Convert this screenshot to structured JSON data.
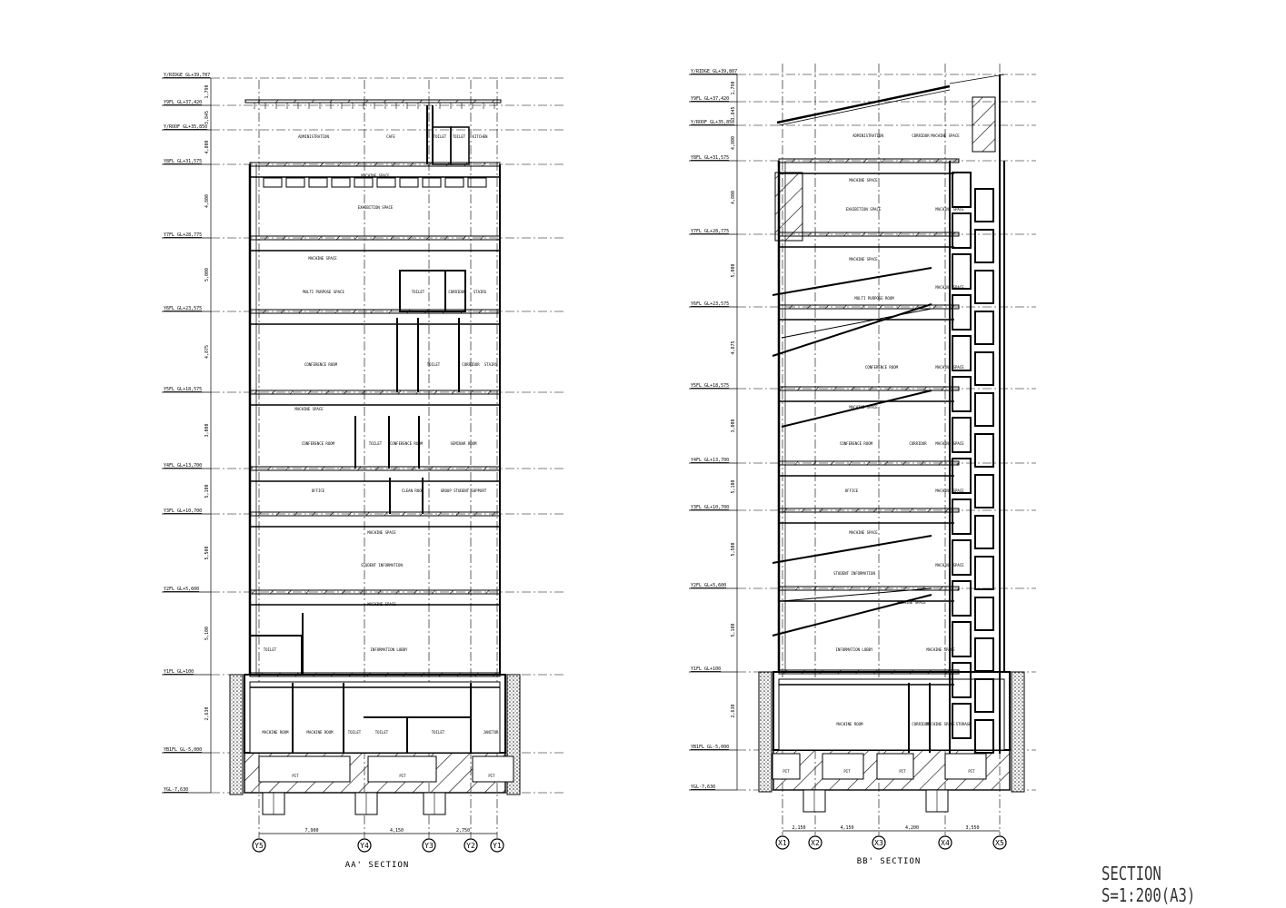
{
  "title": "SECTION S=1:200(A3)",
  "sections": [
    {
      "caption": "AA' SECTION",
      "levels": [
        "Y/RIDGE GL+39,787",
        "Y9FL GL+37,420",
        "Y/ROOF GL+35,850",
        "Y8FL GL+31,575",
        "Y7FL GL+28,775",
        "Y6FL GL+23,575",
        "Y5FL GL+18,575",
        "Y4FL GL+13,700",
        "Y3FL GL+10,700",
        "Y2FL GL+5,600",
        "Y1FL GL+100",
        "YB1FL GL-5,000",
        "YGL-7,630"
      ],
      "heights": [
        "1,790",
        "3,845",
        "4,800",
        "4,800",
        "5,000",
        "4,875",
        "3,000",
        "5,100",
        "5,500",
        "5,100",
        "2,630"
      ],
      "grid": [
        "Y5",
        "Y4",
        "Y3",
        "Y2",
        "Y1"
      ],
      "spans": [
        "7,900",
        "4,150",
        "2,750"
      ],
      "rooms": [
        "ADMINISTRATION",
        "CAFE",
        "TOILET",
        "TOILET",
        "KITCHEN",
        "MACHINE SPACE",
        "EXHIBITION SPACE",
        "MACHINE SPACE",
        "MULTI PURPOSE SPACE",
        "TOILET",
        "CORRIDOR",
        "STAIRS",
        "CONFERENCE ROOM",
        "TOILET",
        "CORRIDOR",
        "STAIRS",
        "MACHINE SPACE",
        "CONFERENCE ROOM",
        "TOILET",
        "CONFERENCE ROOM",
        "SEMINAR ROOM",
        "OFFICE",
        "CLEAN ROOM",
        "GROUP STUDENT SUPPORT",
        "MACHINE SPACE",
        "STUDENT INFORMATION",
        "MACHINE SPACE",
        "TOILET",
        "INFORMATION LOBBY",
        "MACHINE ROOM",
        "MACHINE ROOM",
        "TOILET",
        "TOILET",
        "TOILET",
        "JANITOR",
        "PIT",
        "PIT",
        "PIT"
      ]
    },
    {
      "caption": "BB' SECTION",
      "levels": [
        "Y/RIDGE GL+39,807",
        "Y9FL GL+37,420",
        "Y/ROOF GL+35,850",
        "Y8FL GL+31,575",
        "Y7FL GL+28,775",
        "Y6FL GL+23,575",
        "Y5FL GL+18,575",
        "Y4FL GL+13,700",
        "Y3FL GL+10,700",
        "Y2FL GL+5,600",
        "Y1FL GL+100",
        "YB1FL GL-5,000",
        "YGL-7,630"
      ],
      "heights": [
        "1,790",
        "3,845",
        "4,800",
        "4,800",
        "5,000",
        "4,875",
        "3,000",
        "5,100",
        "5,500",
        "5,100",
        "2,630"
      ],
      "grid": [
        "X1",
        "X2",
        "X3",
        "X4",
        "X5"
      ],
      "spans": [
        "2,150",
        "4,150",
        "4,200",
        "3,550"
      ],
      "rooms": [
        "ADMINISTRATION",
        "CORRIDOR",
        "MACHINE SPACE",
        "MACHINE SPACE",
        "EXHIBITION SPACE",
        "MACHINE SPACE",
        "MACHINE SPACE",
        "MULTI PURPOSE ROOM",
        "MACHINE SPACE",
        "CONFERENCE ROOM",
        "MACHINE SPACE",
        "MACHINE SPACE",
        "CONFERENCE ROOM",
        "CORRIDOR",
        "MACHINE SPACE",
        "OFFICE",
        "MACHINE SPACE",
        "MACHINE SPACE",
        "STUDENT INFORMATION",
        "MACHINE SPACE",
        "MACHINE SPACE",
        "INFORMATION LOBBY",
        "MACHINE SPACE",
        "MACHINE ROOM",
        "CORRIDOR",
        "MACHINE SPACE",
        "STORAGE",
        "PIT",
        "PIT",
        "PIT",
        "PIT"
      ]
    }
  ]
}
